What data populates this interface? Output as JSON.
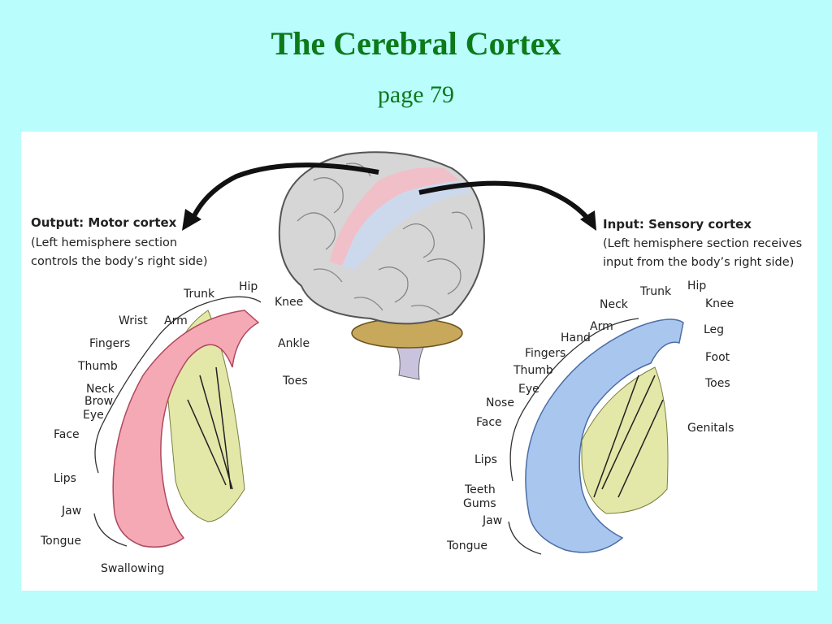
{
  "slide": {
    "title": "The Cerebral Cortex",
    "subtitle": "page 79"
  },
  "motor": {
    "heading": "Output: Motor cortex",
    "desc_line1": "(Left hemisphere section",
    "desc_line2": "controls the body’s right side)",
    "color": "#f4a9b5",
    "labels": {
      "trunk": "Trunk",
      "hip": "Hip",
      "knee": "Knee",
      "wrist": "Wrist",
      "arm": "Arm",
      "fingers": "Fingers",
      "ankle": "Ankle",
      "thumb": "Thumb",
      "toes": "Toes",
      "neck": "Neck",
      "brow": "Brow",
      "eye": "Eye",
      "face": "Face",
      "lips": "Lips",
      "jaw": "Jaw",
      "tongue": "Tongue",
      "swallowing": "Swallowing"
    }
  },
  "sensory": {
    "heading": "Input: Sensory cortex",
    "desc_line1": "(Left hemisphere section receives",
    "desc_line2": "input from the body’s right side)",
    "color": "#a9c6ee",
    "labels": {
      "hip": "Hip",
      "trunk": "Trunk",
      "neck": "Neck",
      "knee": "Knee",
      "arm": "Arm",
      "hand": "Hand",
      "leg": "Leg",
      "fingers": "Fingers",
      "foot": "Foot",
      "thumb": "Thumb",
      "toes": "Toes",
      "eye": "Eye",
      "nose": "Nose",
      "face": "Face",
      "genitals": "Genitals",
      "lips": "Lips",
      "teeth": "Teeth",
      "gums": "Gums",
      "jaw": "Jaw",
      "tongue": "Tongue"
    }
  },
  "colors": {
    "background": "#b9fdfd",
    "title": "#0d7a1a",
    "brain": "#d6d6d6",
    "white_matter": "#e3e7a8"
  }
}
